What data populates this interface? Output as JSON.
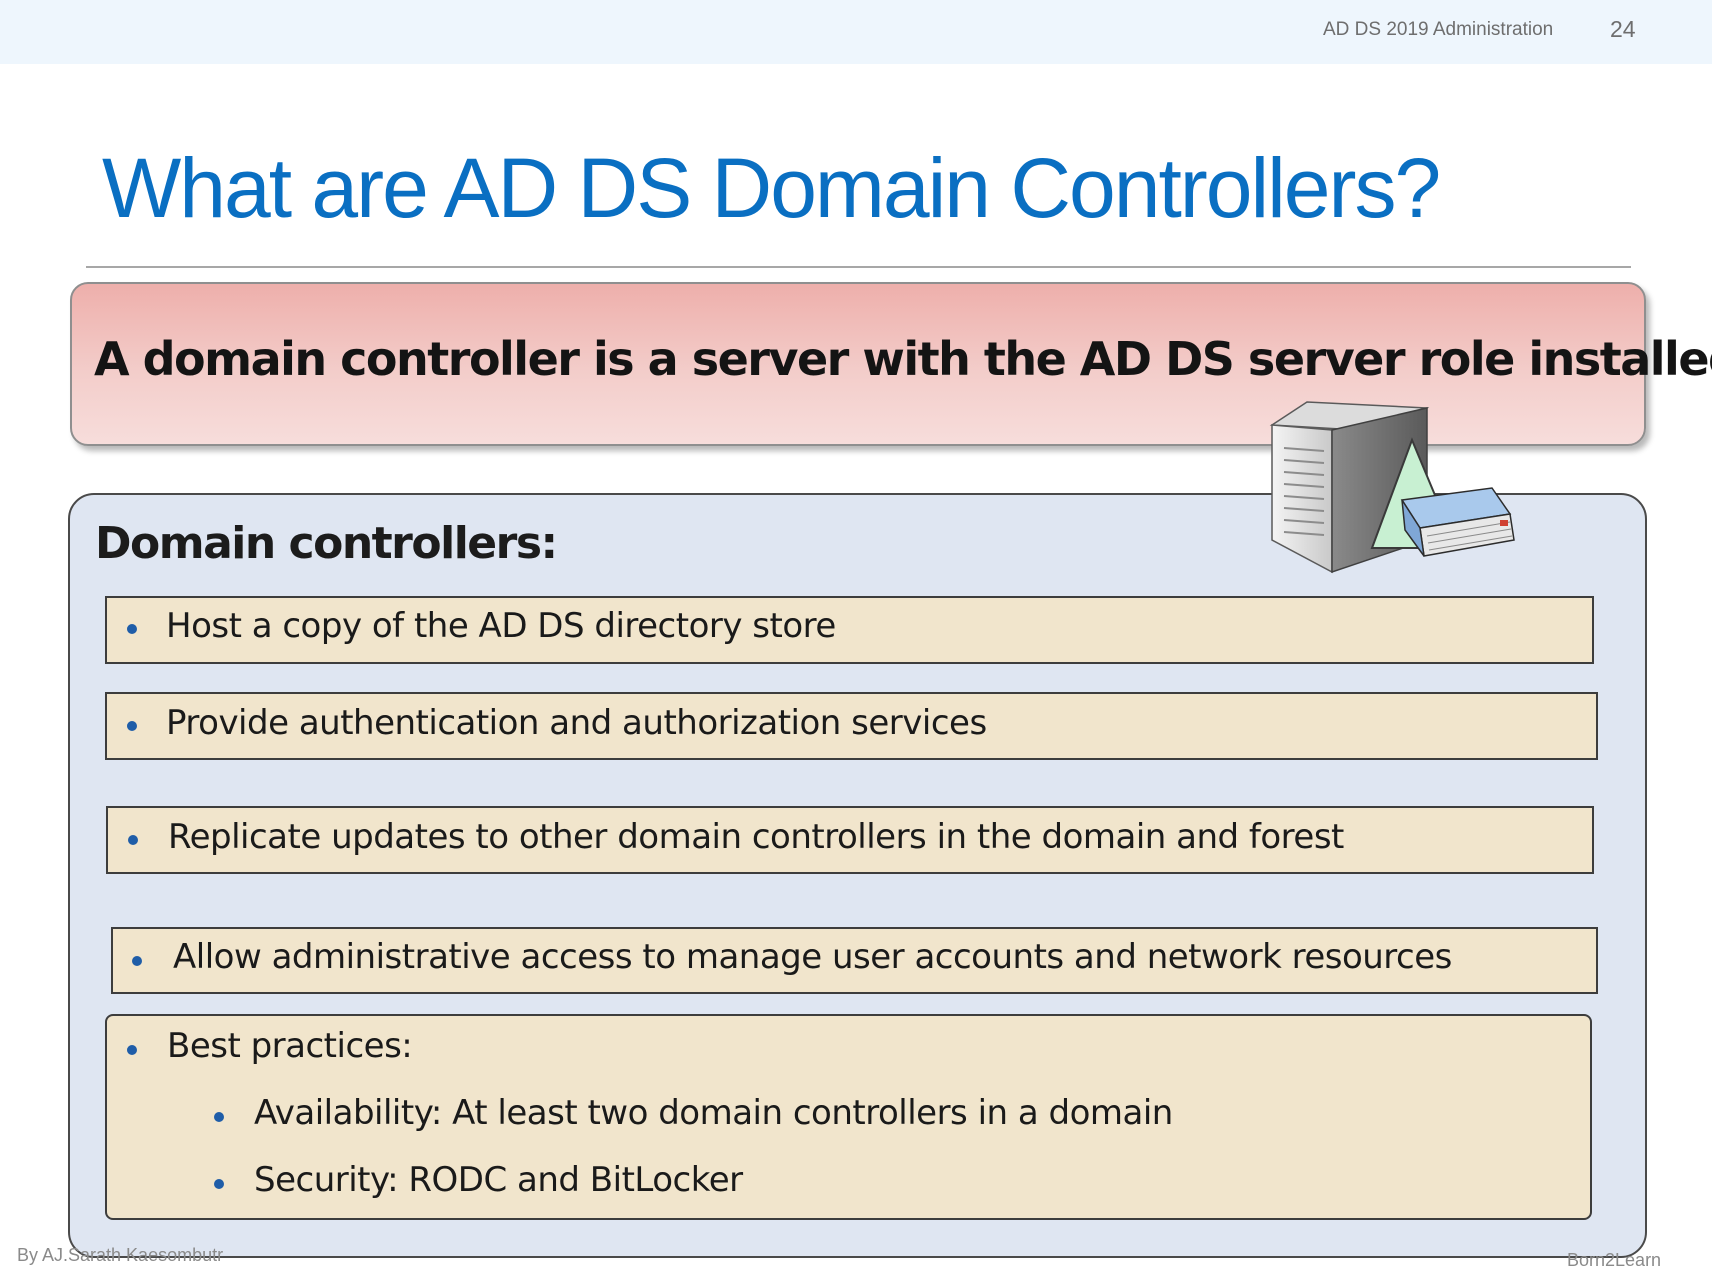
{
  "header": {
    "course": "AD DS 2019 Administration",
    "page": "24"
  },
  "title": "What are AD DS Domain Controllers?",
  "definition": "A domain controller is a server with the AD DS server role installed",
  "domain_controllers": {
    "heading": "Domain controllers:",
    "items": [
      "Host a copy of the AD DS directory store",
      "Provide authentication and authorization services",
      "Replicate updates to other domain controllers in the domain and forest",
      "Allow administrative access to manage user accounts and network resources"
    ],
    "best_practices": {
      "label": "Best practices:",
      "items": [
        "Availability: At least two domain controllers in a domain",
        "Security: RODC and BitLocker"
      ]
    }
  },
  "footer": {
    "left": "By AJ.Sarath Kaesombutr",
    "right": "Born2Learn"
  },
  "icons": [
    "server-directory-icon"
  ],
  "colors": {
    "title": "#0a6fc2",
    "bullet": "#1f5da8",
    "definition_box": "#f3cdca",
    "panel": "#dfe6f2",
    "item": "#f1e5cc"
  }
}
